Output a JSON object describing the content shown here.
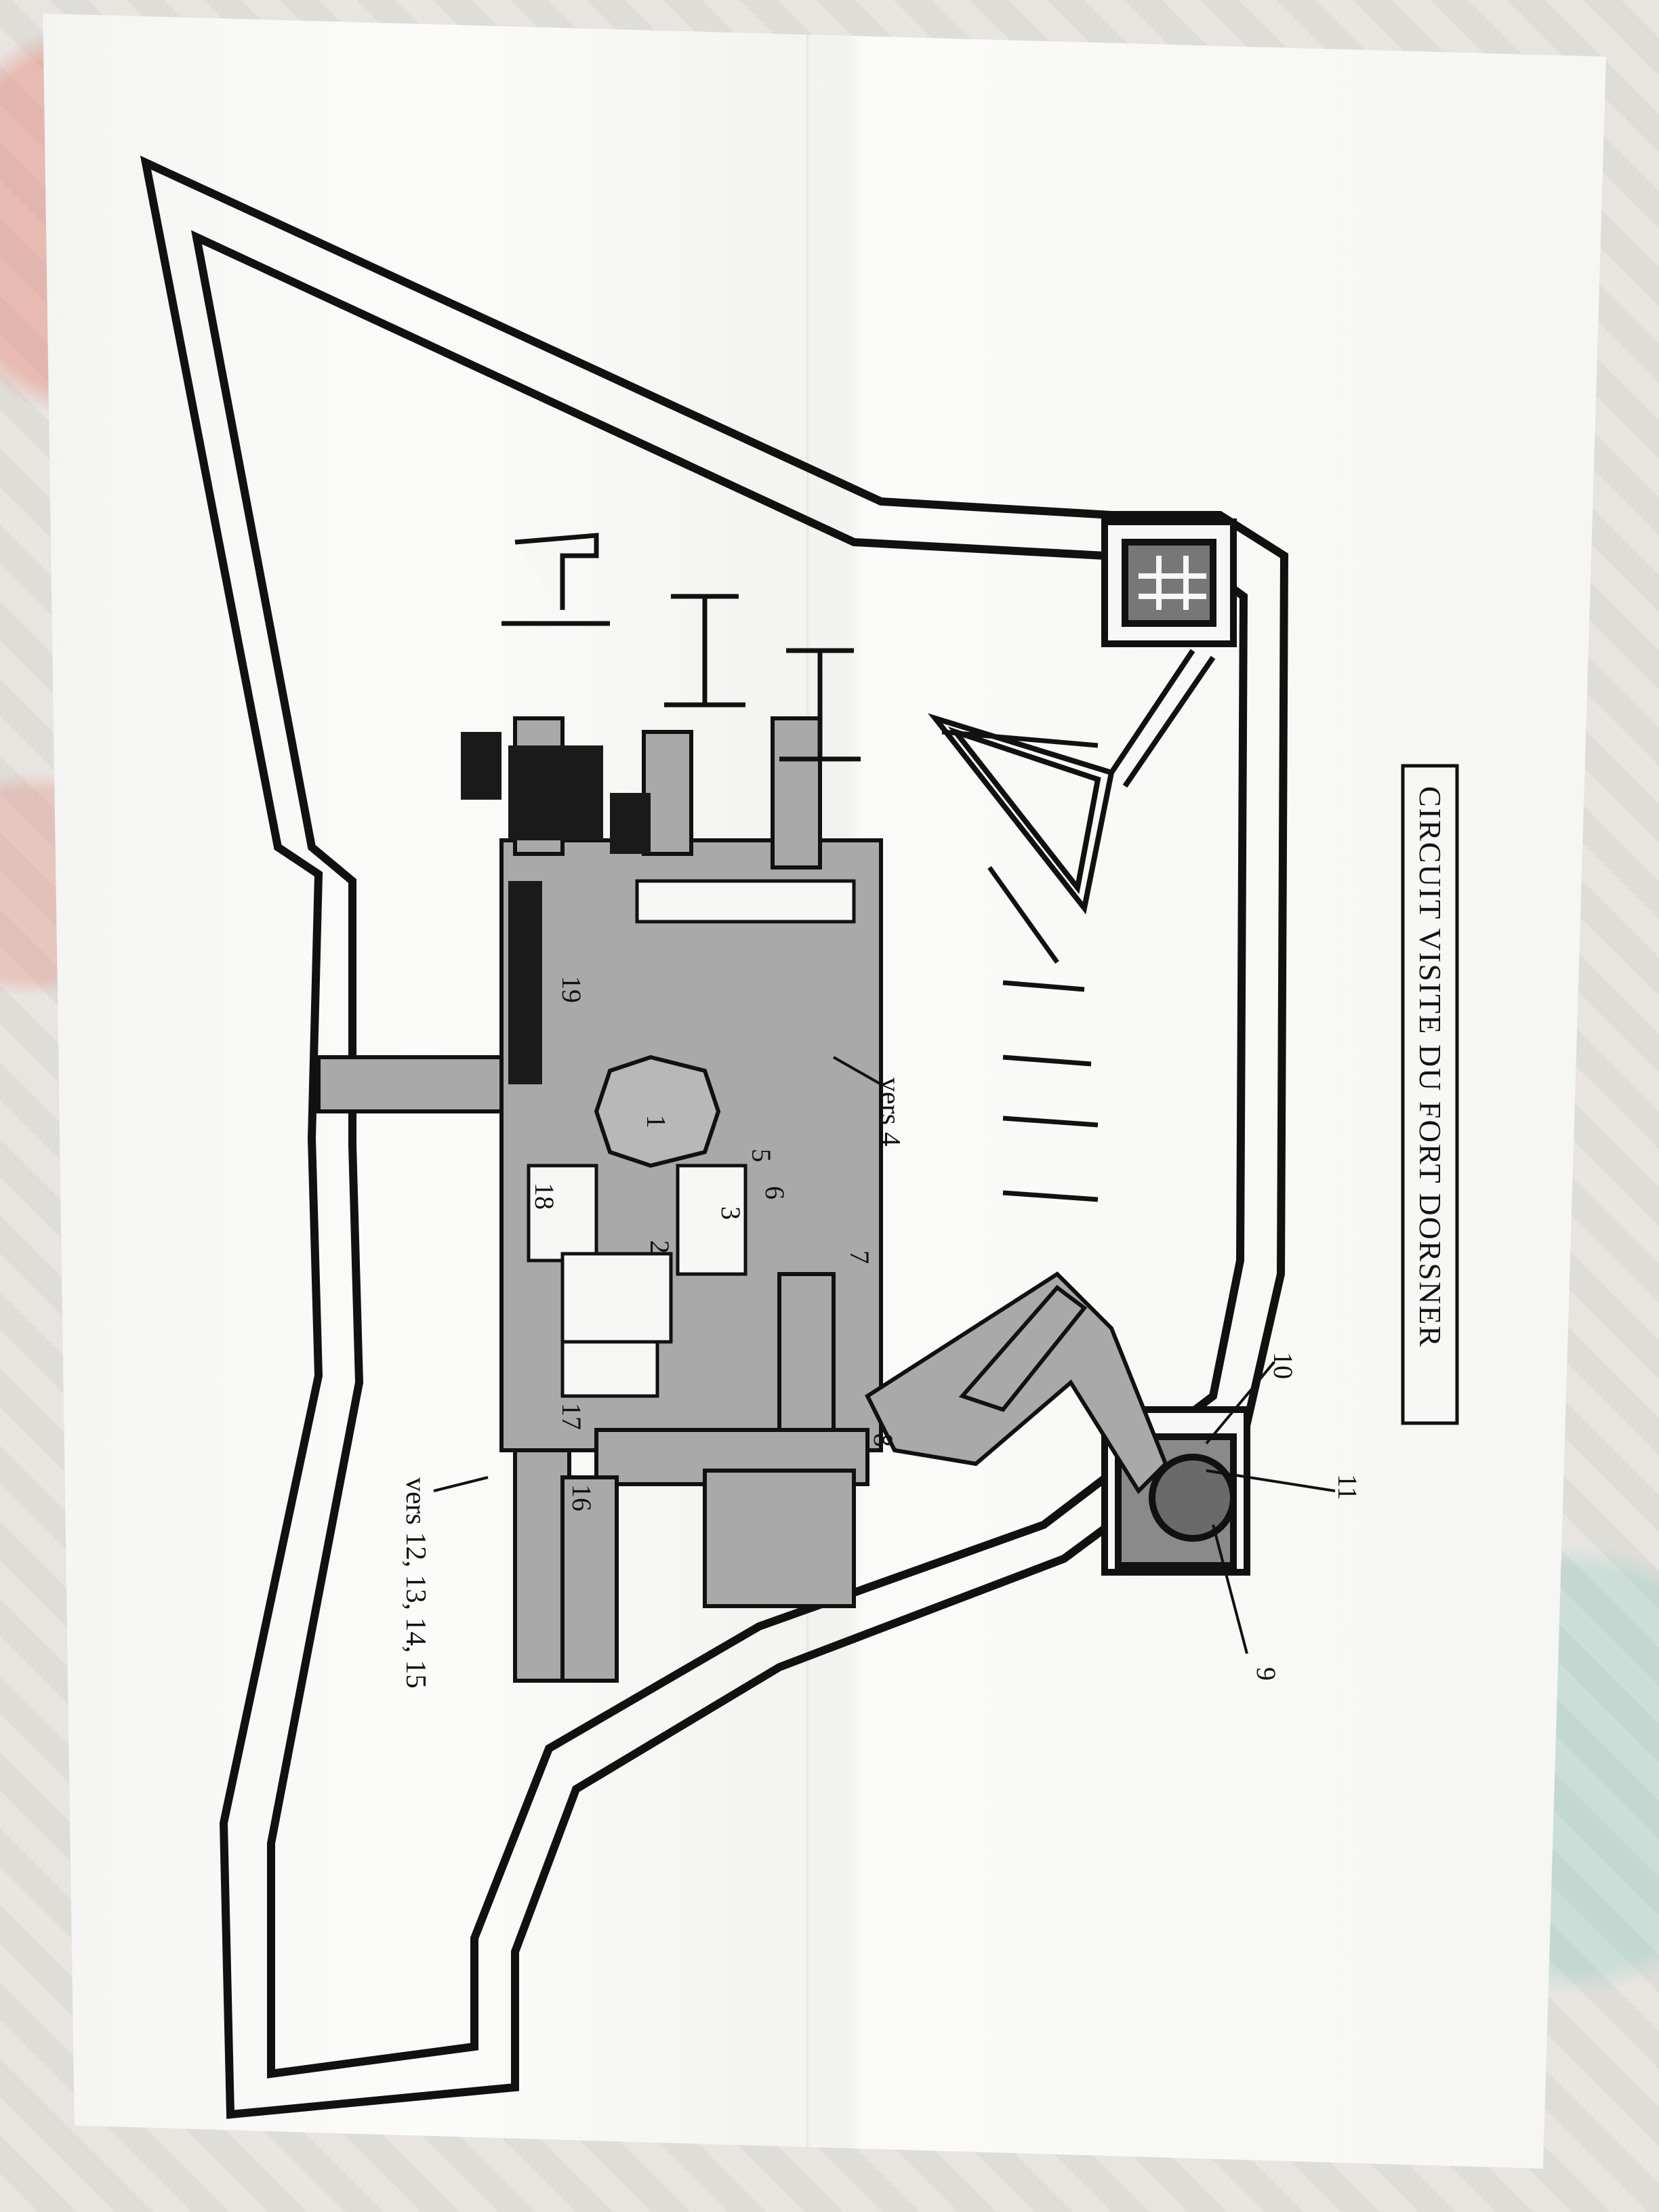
{
  "map": {
    "title": "CIRCUIT VISITE DU FORT DORSNER",
    "markers": {
      "m1": "1",
      "m2": "2",
      "m3": "3",
      "m5": "5",
      "m6": "6",
      "m7": "7",
      "m8": "8",
      "m9": "9",
      "m10": "10",
      "m11": "11",
      "m16": "16",
      "m17": "17",
      "m18": "18",
      "m19": "19"
    },
    "callouts": {
      "vers4": "vers 4",
      "vers12": "vers 12, 13, 14, 15"
    }
  },
  "colors": {
    "ink": "#111111",
    "tunnel_fill": "#a9a9a9",
    "paper": "#f7f7f5"
  }
}
